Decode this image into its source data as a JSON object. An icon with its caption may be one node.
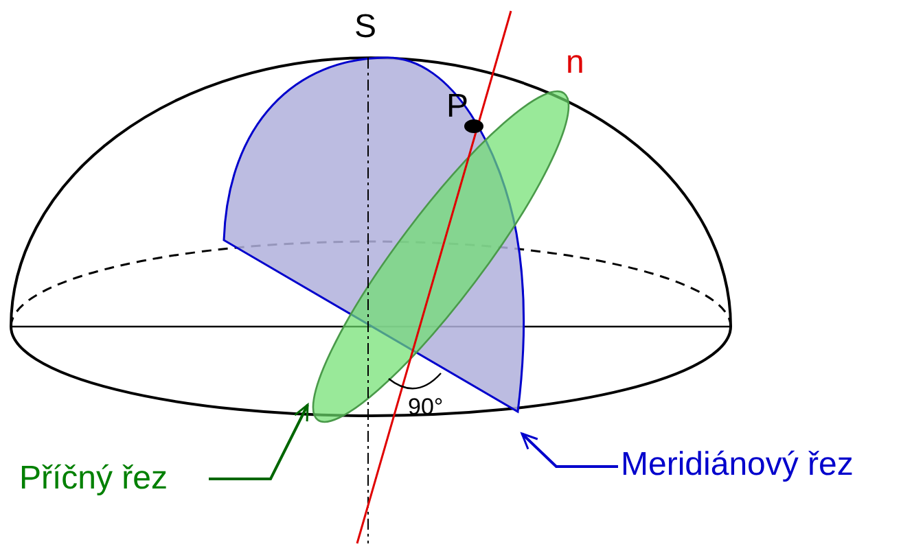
{
  "diagram": {
    "nodes": [
      {
        "text": [
          "Příčný řez"
        ]
      },
      {
        "text": [
          "Meridiánový řez"
        ]
      },
      {
        "text": [],
        "shape": "ellipse"
      },
      {
        "text": [],
        "shape": "semiellipse"
      }
    ],
    "edges": [
      {
        "from": 0,
        "to": 2,
        "arrow": "to",
        "color": "#006600"
      },
      {
        "from": 1,
        "to": 3,
        "arrow": "to",
        "color": "#0000cc"
      }
    ],
    "labels": [
      "S",
      "P",
      "n",
      "90°"
    ]
  }
}
